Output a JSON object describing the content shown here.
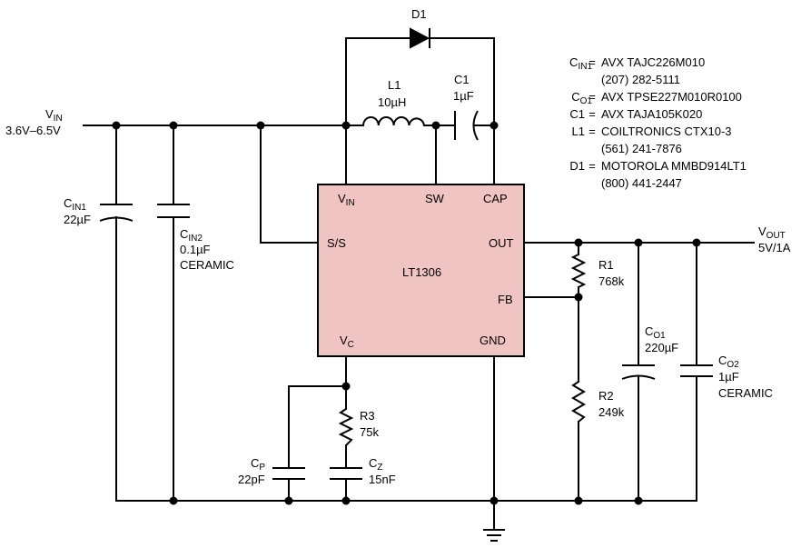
{
  "ic": {
    "name": "LT1306",
    "fill": "#f0c4c2",
    "pins": {
      "vin": "V",
      "vin_sub": "IN",
      "sw": "SW",
      "cap": "CAP",
      "ss": "S/S",
      "out": "OUT",
      "fb": "FB",
      "vc": "V",
      "vc_sub": "C",
      "gnd": "GND"
    }
  },
  "input": {
    "name": "V",
    "name_sub": "IN",
    "range": "3.6V–6.5V"
  },
  "output": {
    "name": "V",
    "name_sub": "OUT",
    "rating": "5V/1A"
  },
  "components": {
    "d1": {
      "ref": "D1"
    },
    "l1": {
      "ref": "L1",
      "value": "10µH"
    },
    "c1": {
      "ref": "C1",
      "value": "1µF"
    },
    "cin1": {
      "ref": "C",
      "ref_sub": "IN1",
      "value": "22µF"
    },
    "cin2": {
      "ref": "C",
      "ref_sub": "IN2",
      "value": "0.1µF",
      "note": "CERAMIC"
    },
    "r1": {
      "ref": "R1",
      "value": "768k"
    },
    "r2": {
      "ref": "R2",
      "value": "249k"
    },
    "co1": {
      "ref": "C",
      "ref_sub": "O1",
      "value": "220µF"
    },
    "co2": {
      "ref": "C",
      "ref_sub": "O2",
      "value": "1µF",
      "note": "CERAMIC"
    },
    "r3": {
      "ref": "R3",
      "value": "75k"
    },
    "cp": {
      "ref": "C",
      "ref_sub": "P",
      "value": "22pF"
    },
    "cz": {
      "ref": "C",
      "ref_sub": "Z",
      "value": "15nF"
    }
  },
  "parts_list": [
    {
      "ref": "C",
      "ref_sub": "IN1",
      "eq": "=",
      "text": "AVX TAJC226M010"
    },
    {
      "ref": "",
      "ref_sub": "",
      "eq": "",
      "text": "(207) 282-5111"
    },
    {
      "ref": "C",
      "ref_sub": "O1",
      "eq": "=",
      "text": "AVX TPSE227M010R0100"
    },
    {
      "ref": "C1",
      "ref_sub": "",
      "eq": "=",
      "text": "AVX TAJA105K020"
    },
    {
      "ref": "L1",
      "ref_sub": "",
      "eq": "=",
      "text": "COILTRONICS CTX10-3"
    },
    {
      "ref": "",
      "ref_sub": "",
      "eq": "",
      "text": "(561) 241-7876"
    },
    {
      "ref": "D1",
      "ref_sub": "",
      "eq": "=",
      "text": "MOTOROLA MMBD914LT1"
    },
    {
      "ref": "",
      "ref_sub": "",
      "eq": "",
      "text": "(800) 441-2447"
    }
  ]
}
